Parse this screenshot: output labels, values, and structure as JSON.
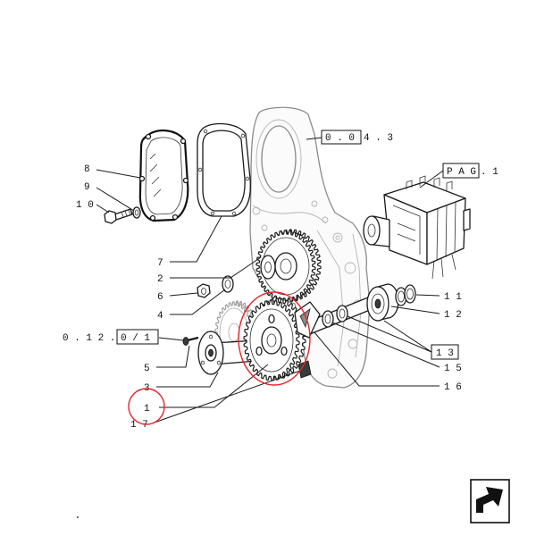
{
  "diagram": {
    "refs": {
      "housing_boxed": "0 . 0",
      "housing_rest": "4 . 3",
      "pump_boxed": "P A G",
      "pump_rest": ". 1",
      "bolt_prefix": "0 . 1 2 .",
      "bolt_boxed": "0 / 1"
    },
    "callouts": {
      "item_8": "8",
      "item_9": "9",
      "item_10": "1 0",
      "item_7": "7",
      "item_2": "2",
      "item_6": "6",
      "item_4": "4",
      "item_5": "5",
      "item_3": "3",
      "item_1": "1",
      "item_17": "1 7",
      "item_11": "1 1",
      "item_12": "1 2",
      "item_13": "1 3",
      "item_15": "1 5",
      "item_16": "1 6"
    },
    "colors": {
      "highlight": "#e4262c",
      "background": "#ffffff"
    }
  },
  "navigation": {
    "page_arrow_icon": "arrow-icon"
  }
}
